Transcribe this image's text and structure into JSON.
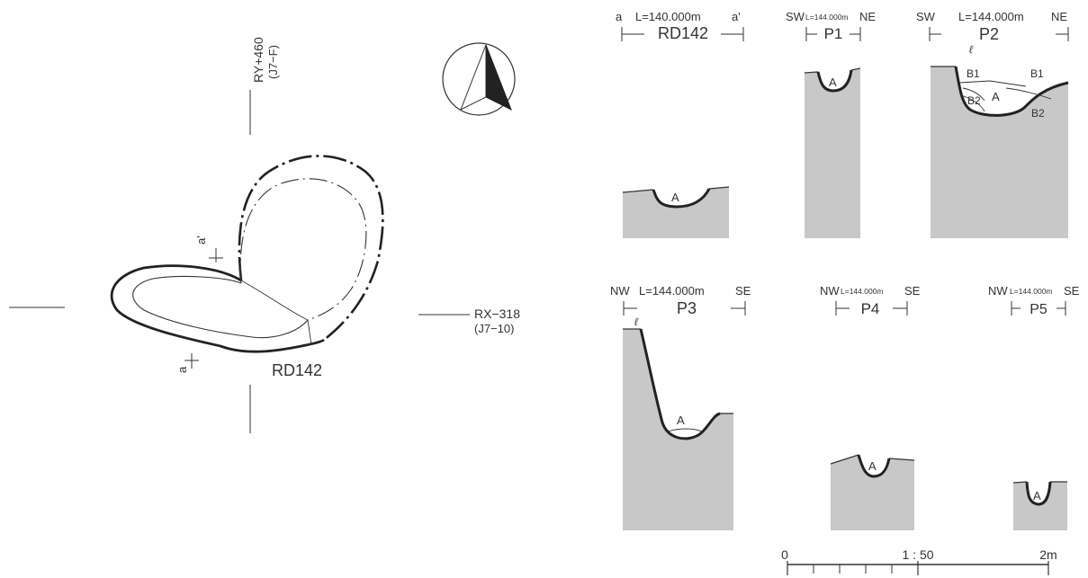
{
  "plan": {
    "feature_label": "RD142",
    "grid_north_top": "RY+460",
    "grid_north_sub": "(J7−F)",
    "grid_east_top": "RX−318",
    "grid_east_sub": "(J7−10)",
    "section_mark_a": "a",
    "section_mark_a_prime": "a'"
  },
  "sections": [
    {
      "id": "RD142",
      "left": "a",
      "level": "L=140.000m",
      "right": "a'",
      "name": "RD142",
      "fills": [
        "A"
      ]
    },
    {
      "id": "P1",
      "left": "SW",
      "level": "L=144.000m",
      "right": "NE",
      "name": "P1",
      "fills": [
        "A"
      ]
    },
    {
      "id": "P2",
      "left": "SW",
      "level": "L=144.000m",
      "right": "NE",
      "name": "P2",
      "fills": [
        "A",
        "B1",
        "B1",
        "B2",
        "B2"
      ]
    },
    {
      "id": "P3",
      "left": "NW",
      "level": "L=144.000m",
      "right": "SE",
      "name": "P3",
      "fills": [
        "A"
      ]
    },
    {
      "id": "P4",
      "left": "NW",
      "level": "L=144.000m",
      "right": "SE",
      "name": "P4",
      "fills": [
        "A"
      ]
    },
    {
      "id": "P5",
      "left": "NW",
      "level": "L=144.000m",
      "right": "SE",
      "name": "P5",
      "fills": [
        "A"
      ]
    }
  ],
  "scale": {
    "zero": "0",
    "ratio": "1 : 50",
    "end": "2m"
  },
  "colors": {
    "ground_fill": "#c8c8c8",
    "line": "#333333",
    "pit_outline": "#222222"
  }
}
